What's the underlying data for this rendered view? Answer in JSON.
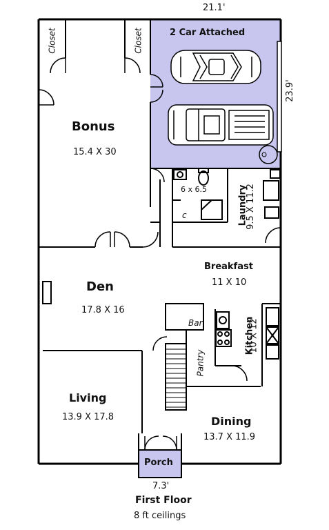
{
  "plan": {
    "top_dimension": "21.1'",
    "right_dimension": "23.9'",
    "bottom_dimension": "7.3'",
    "floor_title": "First Floor",
    "ceiling_note": "8 ft ceilings",
    "fill_color": "#c8c6ee"
  },
  "rooms": {
    "garage": {
      "name": "2 Car Attached"
    },
    "bonus": {
      "name": "Bonus",
      "size": "15.4 X 30"
    },
    "bath": {
      "size": "6 x 6.5",
      "closet_letter": "c"
    },
    "laundry": {
      "name": "Laundry",
      "size": "9.5 X 11.2"
    },
    "breakfast": {
      "name": "Breakfast",
      "size": "11 X 10"
    },
    "den": {
      "name": "Den",
      "size": "17.8 X 16"
    },
    "bar": {
      "name": "Bar"
    },
    "kitchen": {
      "name": "Kitchen",
      "size": "10 X 12"
    },
    "pantry": {
      "name": "Pantry"
    },
    "living": {
      "name": "Living",
      "size": "13.9 X 17.8"
    },
    "dining": {
      "name": "Dining",
      "size": "13.7 X 11.9"
    },
    "porch": {
      "name": "Porch"
    },
    "closet_left": {
      "name": "Closet"
    },
    "closet_right": {
      "name": "Closet"
    }
  }
}
